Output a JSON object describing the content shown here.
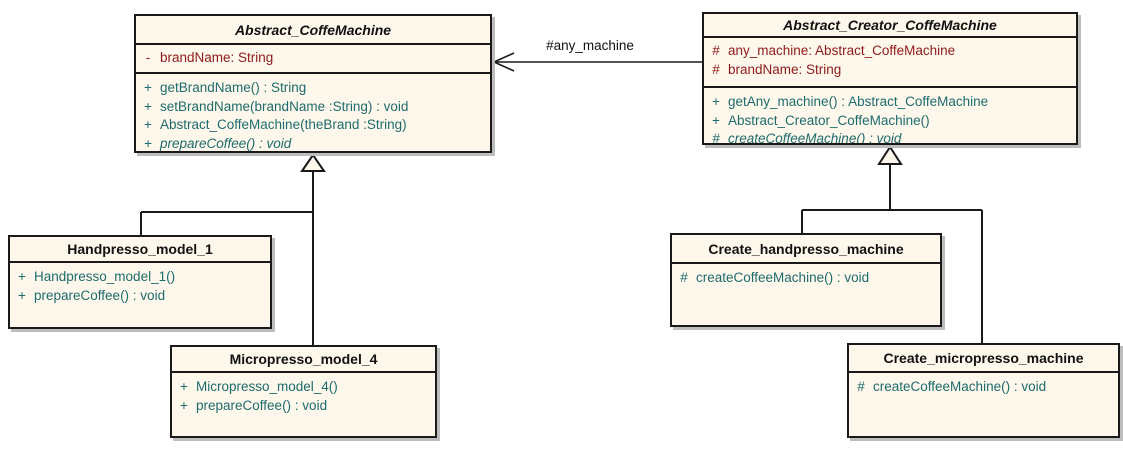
{
  "colors": {
    "background": "#ffffff",
    "box_fill": "#fdf8eb",
    "box_border": "#1a1a1a",
    "title_text": "#111111",
    "attribute_text": "#8e1a1a",
    "method_text": "#1e6b6d",
    "shadow": "#bdbdbd"
  },
  "classes": {
    "abstract_coffemachine": {
      "title": "Abstract_CoffeMachine",
      "attributes": [
        {
          "vis": "-",
          "text": "brandName: String"
        }
      ],
      "methods": [
        {
          "vis": "+",
          "text": "getBrandName() : String"
        },
        {
          "vis": "+",
          "text": "setBrandName(brandName :String) : void"
        },
        {
          "vis": "+",
          "text": "Abstract_CoffeMachine(theBrand :String)"
        },
        {
          "vis": "+",
          "text": "prepareCoffee() : void"
        }
      ]
    },
    "abstract_creator_coffemachine": {
      "title": "Abstract_Creator_CoffeMachine",
      "attributes": [
        {
          "vis": "#",
          "text": "any_machine: Abstract_CoffeMachine"
        },
        {
          "vis": "#",
          "text": "brandName: String"
        }
      ],
      "methods": [
        {
          "vis": "+",
          "text": "getAny_machine() : Abstract_CoffeMachine"
        },
        {
          "vis": "+",
          "text": "Abstract_Creator_CoffeMachine()"
        },
        {
          "vis": "#",
          "text": "createCoffeeMachine() : void"
        }
      ]
    },
    "handpresso_model_1": {
      "title": "Handpresso_model_1",
      "methods": [
        {
          "vis": "+",
          "text": "Handpresso_model_1()"
        },
        {
          "vis": "+",
          "text": "prepareCoffee() : void"
        }
      ]
    },
    "micropresso_model_4": {
      "title": "Micropresso_model_4",
      "methods": [
        {
          "vis": "+",
          "text": "Micropresso_model_4()"
        },
        {
          "vis": "+",
          "text": "prepareCoffee() : void"
        }
      ]
    },
    "create_handpresso_machine": {
      "title": "Create_handpresso_machine",
      "methods": [
        {
          "vis": "#",
          "text": "createCoffeeMachine() : void"
        }
      ]
    },
    "create_micropresso_machine": {
      "title": "Create_micropresso_machine",
      "methods": [
        {
          "vis": "#",
          "text": "createCoffeeMachine() : void"
        }
      ]
    }
  },
  "relations": {
    "association_label": "#any_machine"
  }
}
